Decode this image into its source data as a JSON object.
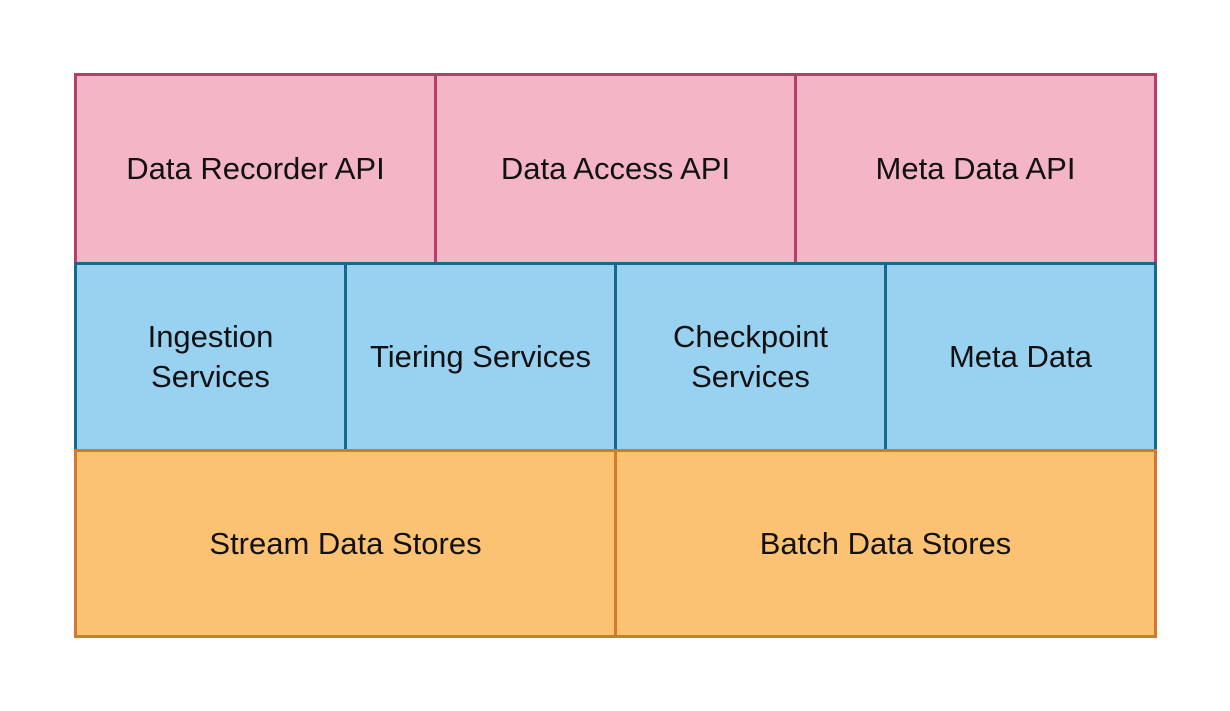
{
  "layers": {
    "api": {
      "recorder": "Data Recorder API",
      "access": "Data Access API",
      "meta": "Meta Data API"
    },
    "services": {
      "ingestion": "Ingestion\nServices",
      "tiering": "Tiering Services",
      "checkpoint": "Checkpoint\nServices",
      "metadata": "Meta Data"
    },
    "stores": {
      "stream": "Stream Data Stores",
      "batch": "Batch Data Stores"
    }
  },
  "colors": {
    "api_fill": "#f4b6c7",
    "api_border": "#b43f6c",
    "services_fill": "#99d1f0",
    "services_border": "#136a8c",
    "stores_fill": "#fbc274",
    "stores_border": "#cf7a30"
  }
}
